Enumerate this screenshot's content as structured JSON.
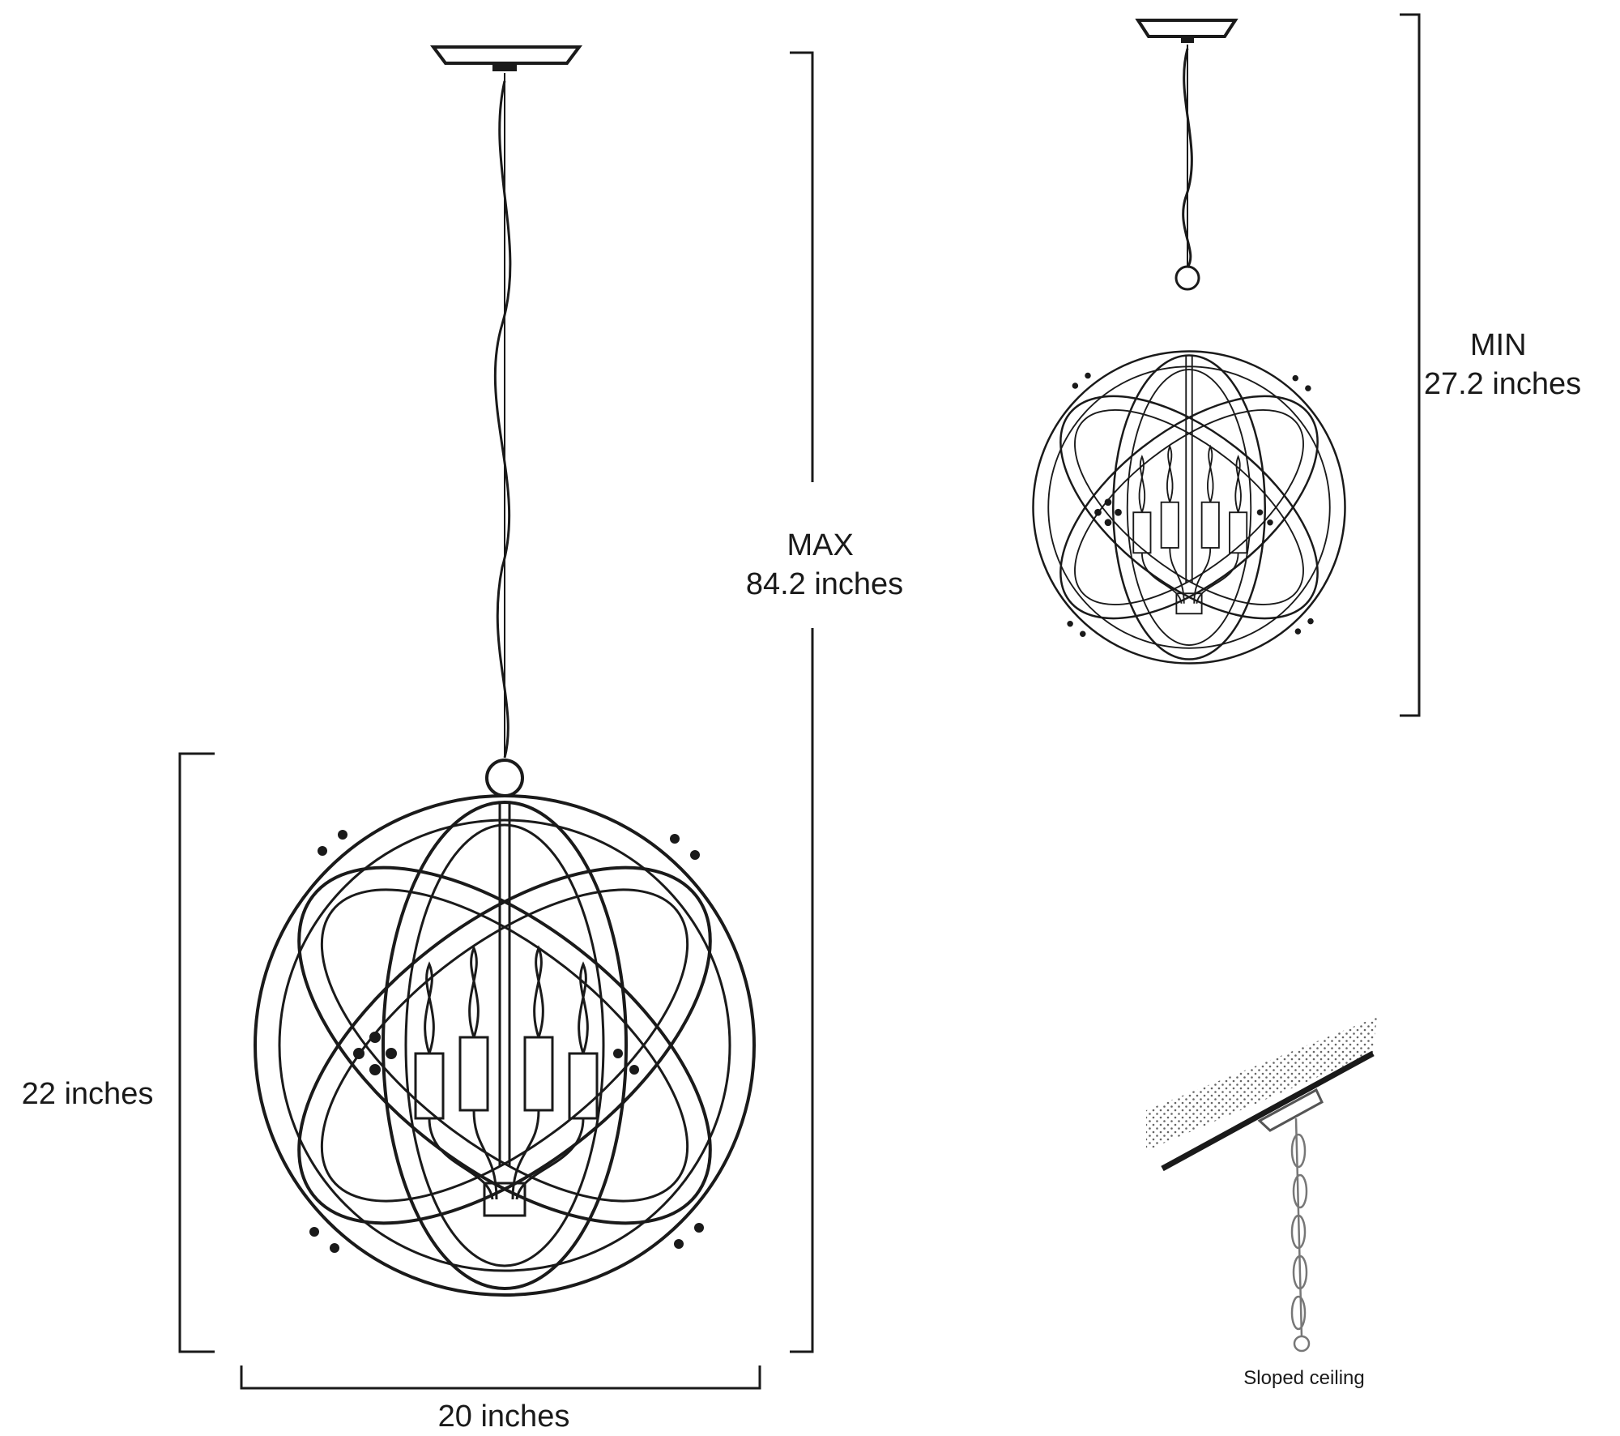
{
  "max_label": {
    "line1": "MAX",
    "line2": "84.2 inches"
  },
  "min_label": {
    "line1": "MIN",
    "line2": "27.2 inches"
  },
  "height_label": "22 inches",
  "width_label": "20 inches",
  "sloped_label": "Sloped ceiling",
  "colors": {
    "ink": "#1a1a1a",
    "light_ink": "#666666",
    "background": "#ffffff"
  }
}
